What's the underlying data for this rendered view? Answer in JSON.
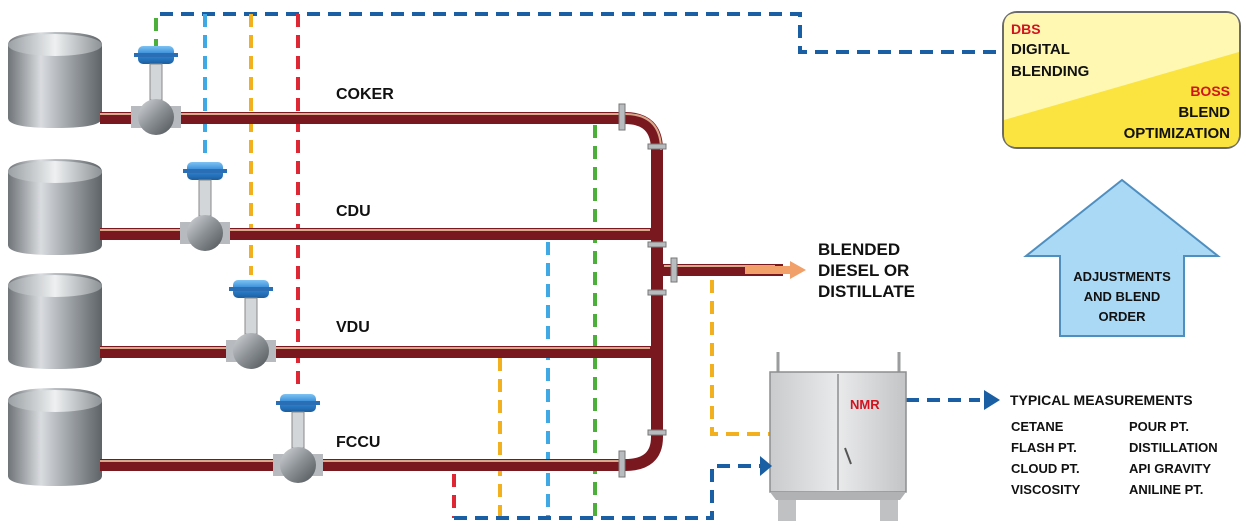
{
  "streams": [
    {
      "name": "COKER"
    },
    {
      "name": "CDU"
    },
    {
      "name": "VDU"
    },
    {
      "name": "FCCU"
    }
  ],
  "output": {
    "lines": [
      "BLENDED",
      "DIESEL OR",
      "DISTILLATE"
    ]
  },
  "control_box": {
    "dbs_code": "DBS",
    "dbs_lines": [
      "DIGITAL",
      "BLENDING"
    ],
    "boss_code": "BOSS",
    "boss_lines": [
      "BLEND",
      "OPTIMIZATION"
    ],
    "colors": {
      "box_fill": "#ffe94a",
      "box_fill_light": "#fff493",
      "code_color": "#d2121f"
    }
  },
  "feedback_arrow": {
    "lines": [
      "ADJUSTMENTS",
      "AND BLEND",
      "ORDER"
    ],
    "color": "#a9d9f5"
  },
  "analyzer": {
    "label": "NMR"
  },
  "measurements": {
    "title": "TYPICAL MEASUREMENTS",
    "left": [
      "CETANE",
      "FLASH PT.",
      "CLOUD PT.",
      "VISCOSITY"
    ],
    "right": [
      "POUR PT.",
      "DISTILLATION",
      "API GRAVITY",
      "ANILINE PT."
    ]
  },
  "signal_colors": {
    "green": "#4caf39",
    "blue": "#3fa9e6",
    "orange": "#f2b01e",
    "red": "#df2635",
    "navy": "#1a5fa3"
  },
  "pipe_color": "#7a1820",
  "icons": {
    "tank": "tank-icon",
    "valve": "control-valve-icon",
    "analyzer": "analyzer-cabinet-icon",
    "arrow": "arrow-right-icon"
  }
}
